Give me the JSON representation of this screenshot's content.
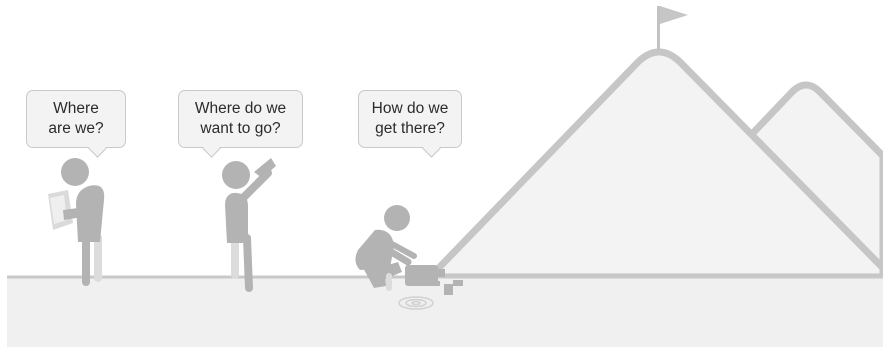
{
  "bubbles": [
    {
      "line1": "Where",
      "line2": "are we?"
    },
    {
      "line1": "Where do we",
      "line2": "want to go?"
    },
    {
      "line1": "How do we",
      "line2": "get there?"
    }
  ],
  "colors": {
    "ground": "#f0f0f0",
    "ground_line": "#c8c8c8",
    "mountain_fill": "#f3f3f3",
    "mountain_edge": "#c6c6c6",
    "figure": "#b4b4b4",
    "figure_light": "#dadada",
    "bubble_fill": "#f3f3f3",
    "bubble_border": "#c9c9c9",
    "text": "#2b2b2b"
  }
}
